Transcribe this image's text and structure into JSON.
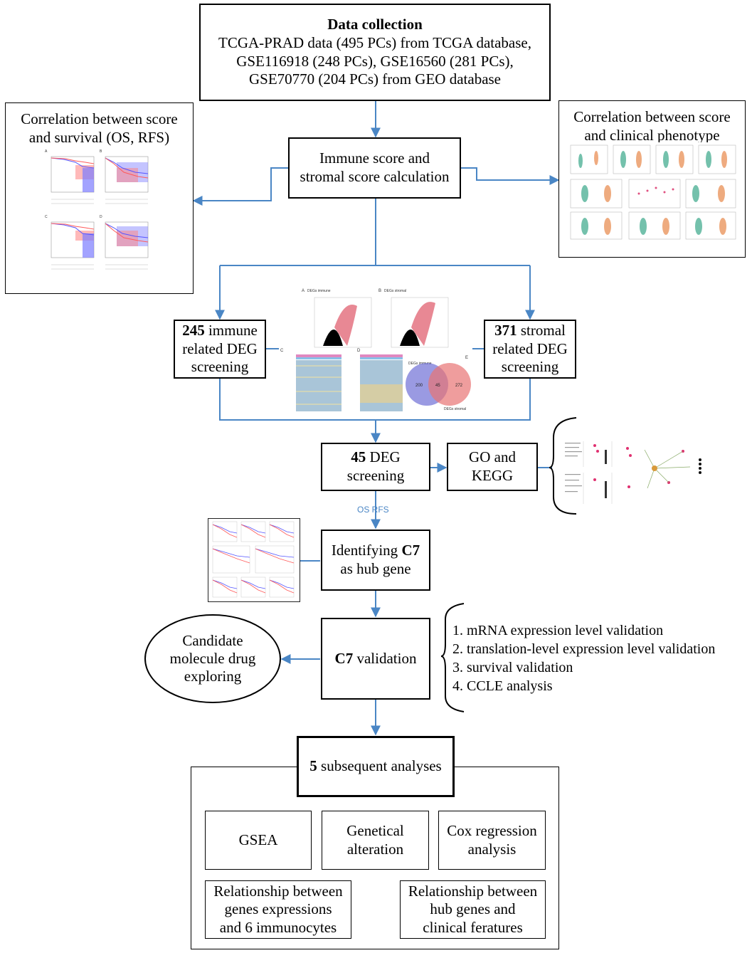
{
  "data_collection": {
    "title": "Data collection",
    "lines": [
      "TCGA-PRAD data (495 PCs) from TCGA database,",
      "GSE116918 (248 PCs), GSE16560 (281 PCs),",
      "GSE70770 (204 PCs) from GEO database"
    ]
  },
  "survival_box": {
    "lines": [
      "Correlation between score",
      "and survival (OS, RFS)"
    ]
  },
  "clinical_box": {
    "lines": [
      "Correlation between score",
      "and clinical phenotype"
    ]
  },
  "score_calc": {
    "lines": [
      "Immune score and",
      "stromal score calculation"
    ]
  },
  "immune_deg": {
    "count": "245",
    "line1_rest": " immune",
    "lines": [
      "related DEG",
      "screening"
    ]
  },
  "stromal_deg": {
    "count": "371",
    "line1_rest": " stromal",
    "lines": [
      "related DEG",
      "screening"
    ]
  },
  "deg_figure": {
    "panel_a": "A",
    "panel_a_title": "DEGs immune",
    "panel_b": "B",
    "panel_b_title": "DEGs stromal",
    "panel_c": "C",
    "panel_d": "D",
    "panel_e": "E",
    "venn_label_a": "DEGs immune",
    "venn_label_b": "DEGs stromal",
    "venn_left": "200",
    "venn_mid": "45",
    "venn_right": "272"
  },
  "common_deg": {
    "count": "45",
    "line1_rest": " DEG",
    "line2": "screening"
  },
  "go_kegg": {
    "lines": [
      "GO and",
      "KEGG"
    ]
  },
  "edge_os_rfs": "OS RFS",
  "hub_gene": {
    "line1_pre": "Identifying ",
    "gene": "C7",
    "line2": "as hub gene"
  },
  "c7_validation": {
    "gene": "C7",
    "rest": " validation"
  },
  "drug": {
    "lines": [
      "Candidate",
      "molecule drug",
      "exploring"
    ]
  },
  "validation_list": [
    "1. mRNA expression level validation",
    "2. translation-level expression level validation",
    "3. survival validation",
    "4. CCLE analysis"
  ],
  "subsequent": {
    "count": "5",
    "rest": " subsequent analyses"
  },
  "analyses": {
    "gsea": "GSEA",
    "genetical": [
      "Genetical",
      "alteration"
    ],
    "cox": [
      "Cox regression",
      "analysis"
    ],
    "immunocytes": [
      "Relationship between",
      "genes expressions",
      "and 6 immunocytes"
    ],
    "clinical": [
      "Relationship between",
      "hub genes and",
      "clinical feratures"
    ]
  },
  "colors": {
    "arrow": "#4a86c5",
    "border": "#000000",
    "venn_left": "#6f6fd6",
    "venn_right": "#e87474",
    "venn_overlap": "#a0507a",
    "km_blue": "#5555ff",
    "km_red": "#ff5a5a",
    "violin_green": "#3aa88a",
    "violin_orange": "#e8884a"
  }
}
